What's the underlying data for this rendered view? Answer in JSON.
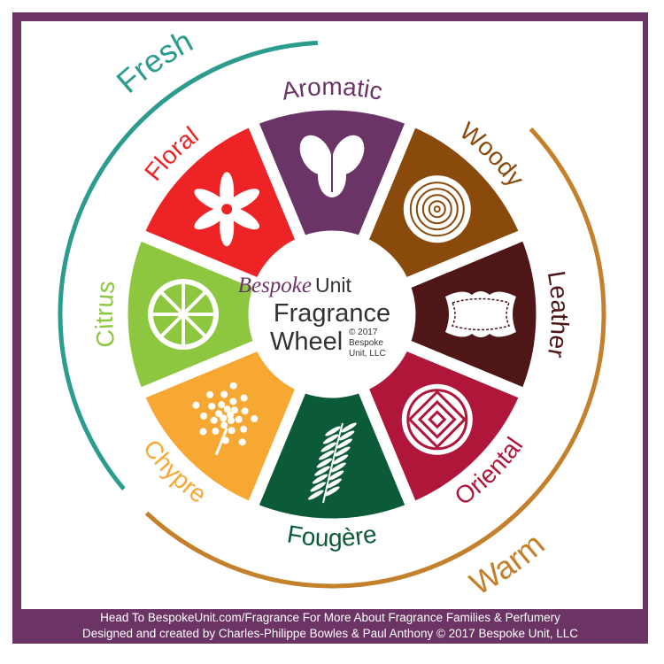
{
  "center": {
    "brand_script": "Bespoke",
    "brand_word": "Unit",
    "title_line1": "Fragrance",
    "title_line2": "Wheel",
    "copyright_line1": "© 2017",
    "copyright_line2": "Bespoke",
    "copyright_line3": "Unit, LLC"
  },
  "segments": [
    {
      "label": "Aromatic",
      "color": "#6b3467",
      "icon": "mint-leaf-icon"
    },
    {
      "label": "Woody",
      "color": "#8a4a0b",
      "icon": "tree-rings-icon"
    },
    {
      "label": "Leather",
      "color": "#4e1616",
      "icon": "leather-hide-icon"
    },
    {
      "label": "Oriental",
      "color": "#b0163a",
      "icon": "oriental-knot-icon"
    },
    {
      "label": "Fougère",
      "color": "#0c5b38",
      "icon": "fern-icon"
    },
    {
      "label": "Chypre",
      "color": "#f7a833",
      "icon": "moss-icon"
    },
    {
      "label": "Citrus",
      "color": "#8dc63f",
      "icon": "citrus-slice-icon"
    },
    {
      "label": "Floral",
      "color": "#ee2325",
      "icon": "lily-icon"
    }
  ],
  "groups": [
    {
      "label": "Fresh",
      "color": "#2b9c8e"
    },
    {
      "label": "Warm",
      "color": "#c4802b"
    }
  ],
  "footer": {
    "line1": "Head To BespokeUnit.com/Fragrance For More About Fragrance Families & Perfumery",
    "line2": "Designed and created by Charles-Philippe Bowles & Paul Anthony © 2017 Bespoke Unit, LLC"
  }
}
